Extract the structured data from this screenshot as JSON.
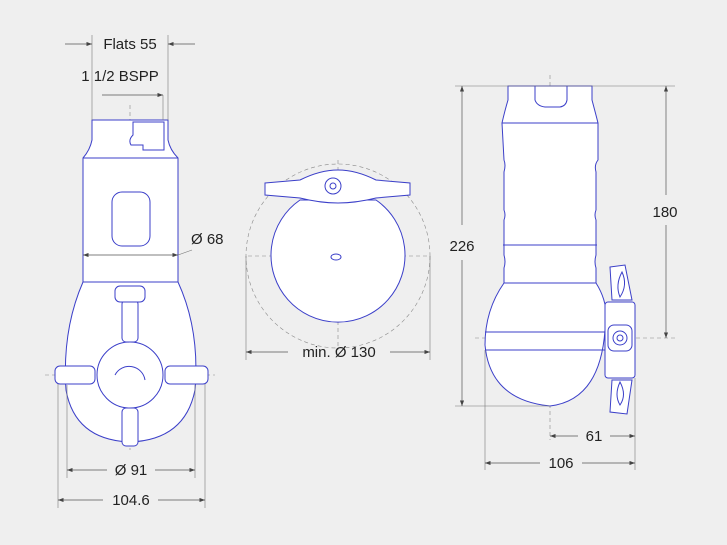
{
  "colors": {
    "outline": "#3b3fc9",
    "background": "#efefef",
    "part_fill": "#ffffff",
    "dimension": "#555555"
  },
  "front_view": {
    "flats": "Flats 55",
    "thread": "1 1/2 BSPP",
    "body_diameter": "Ø 68",
    "clamp_diameter": "Ø 91",
    "overall_width": "104.6"
  },
  "top_view": {
    "min_diameter": "min. Ø 130"
  },
  "side_view": {
    "overall_height": "226",
    "height_to_clamp": "180",
    "clamp_offset": "61",
    "overall_depth": "106"
  }
}
